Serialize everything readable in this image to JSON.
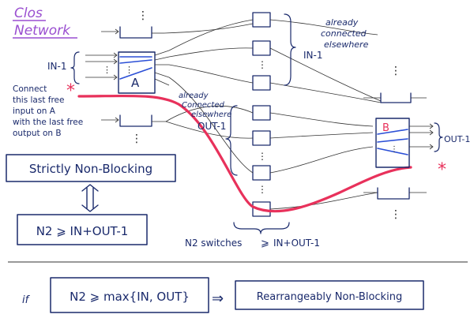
{
  "colors": {
    "ink": "#1a2a6c",
    "title_purple": "#9a4fd0",
    "highlight_red": "#e8315b",
    "link_blue": "#2b4fd6",
    "background": "#ffffff"
  },
  "title": {
    "line1": "Clos",
    "line2": "Network"
  },
  "labels": {
    "in_minus_1": "IN-1",
    "switch_a": "A",
    "switch_b": "B",
    "connect_note": [
      "Connect",
      "this last free",
      "input on A",
      "with the last free",
      "output on B"
    ],
    "already_connected_right": [
      "already",
      "connected",
      "elsewhere"
    ],
    "in_minus_1_right": "IN-1",
    "already_connected_mid": [
      "already",
      "Connected",
      "elsewhere"
    ],
    "out_minus_1_mid": "OUT-1",
    "out_minus_1_right": "OUT-1",
    "n2_switches": "N2 switches",
    "geq": "⩾",
    "in_plus_out_minus_1": "IN+OUT-1"
  },
  "boxes": {
    "strictly": "Strictly Non-Blocking",
    "condition": "N2 ⩾ IN+OUT-1"
  },
  "equivalence_icon": "double-vertical-arrow-icon",
  "bottom": {
    "if": "if",
    "condition": "N2 ⩾ max{IN, OUT}",
    "implies": "⇒",
    "result": "Rearrangeably Non-Blocking"
  },
  "icons": {
    "free_input_marker": "asterisk-icon",
    "free_output_marker": "asterisk-icon"
  }
}
